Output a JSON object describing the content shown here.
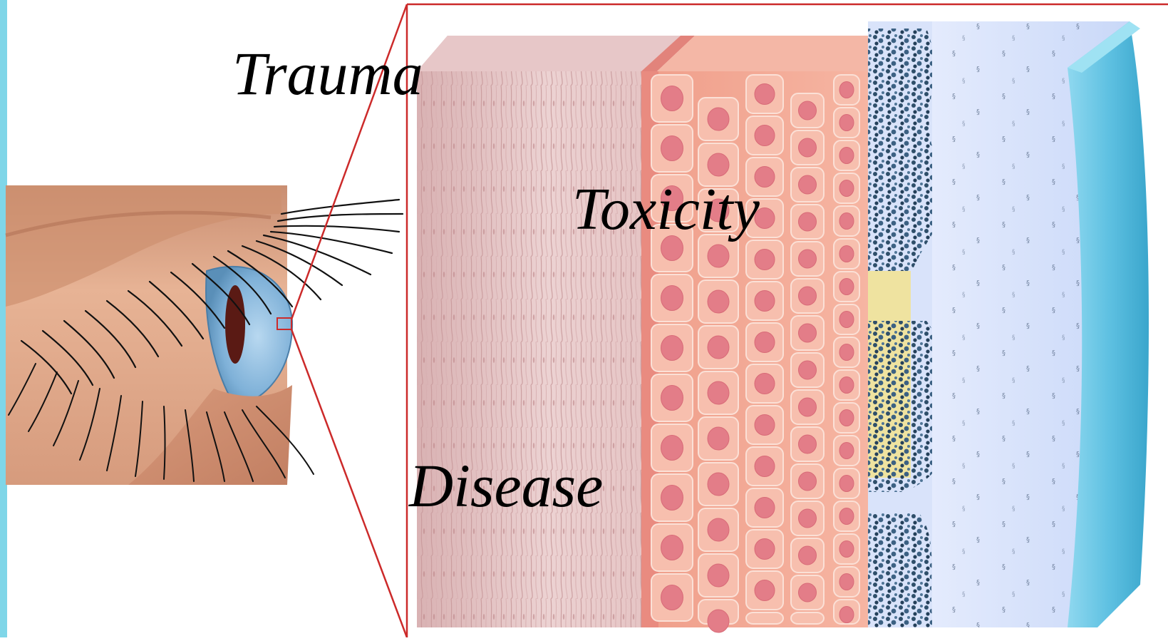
{
  "labels": {
    "trauma": "Trauma",
    "toxicity": "Toxicity",
    "disease": "Disease"
  },
  "colors": {
    "frame_accent": "#cc2a2a",
    "left_border": "#7fd6e8",
    "skin": "#e0a98a",
    "stroma": "#e8c9c9",
    "epithelium": "#f3a793",
    "nucleus": "#e37d88",
    "mucin": "#2f4f6a",
    "tear_film": "#d7e2fb",
    "lens_surface": "#63c4e3"
  }
}
